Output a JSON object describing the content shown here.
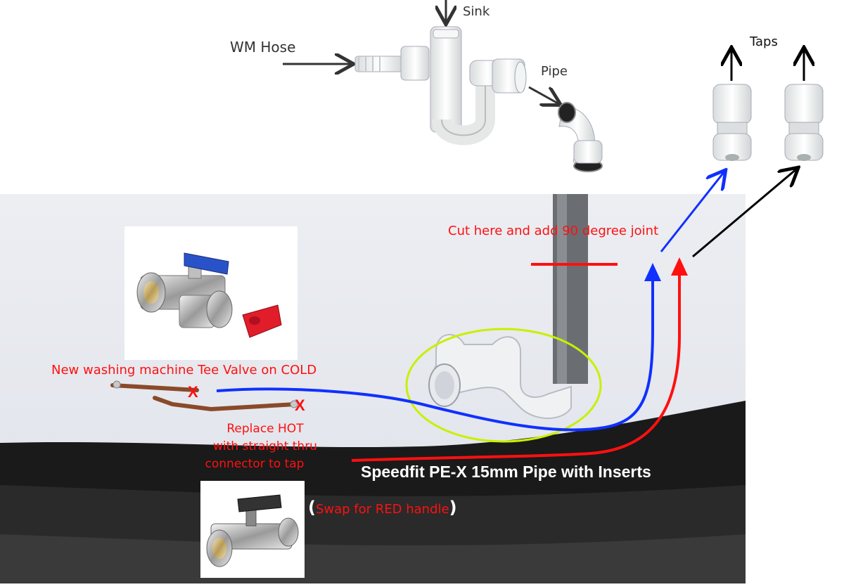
{
  "labels": {
    "wm_hose": "WM Hose",
    "sink": "Sink",
    "pipe": "Pipe",
    "taps": "Taps",
    "cut_instruction": "Cut here and add 90 degree joint",
    "tee_valve": "New washing machine Tee Valve on COLD",
    "replace_hot_line1": "Replace HOT",
    "replace_hot_line2": "with straight thru",
    "replace_hot_line3": "connector to tap",
    "speedfit": "Speedfit PE-X 15mm Pipe with Inserts",
    "swap_open": "(",
    "swap": "Swap for RED handle",
    "swap_close": ")",
    "cold_marker": "X",
    "hot_marker": "X"
  },
  "colors": {
    "annotation_red": "#ff1010",
    "cold_blue": "#1030ff",
    "hot_red": "#ff1010",
    "highlight_green": "#c8f000",
    "wall": "#e8eaf0",
    "floor_dark": "#1a1a1a"
  },
  "icons": {
    "sink_trap": "sink-trap-icon",
    "elbow_joint": "elbow-joint-icon",
    "tap_connector": "speedfit-connector-icon",
    "tee_valve": "tee-valve-icon",
    "isolation_valve": "isolation-valve-icon"
  }
}
